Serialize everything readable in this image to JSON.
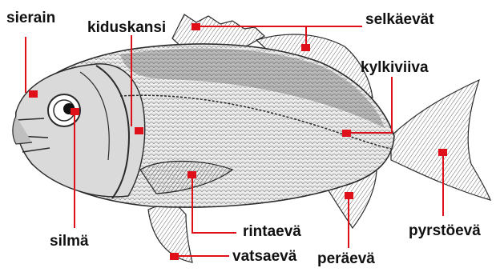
{
  "colors": {
    "leader": "#e0101a",
    "fish_ink": "#2a2a2a",
    "fish_shade": "#8e8e8e"
  },
  "labels": {
    "sierain": "sierain",
    "kiduskansi": "kiduskansi",
    "selkaevat": "selkäevät",
    "kylkiviiva": "kylkiviiva",
    "pyrstoeva": "pyrstöevä",
    "paraeva": "peräevä",
    "rintaeva": "rintaevä",
    "vatsaeva": "vatsaevä",
    "silma": "silmä"
  }
}
